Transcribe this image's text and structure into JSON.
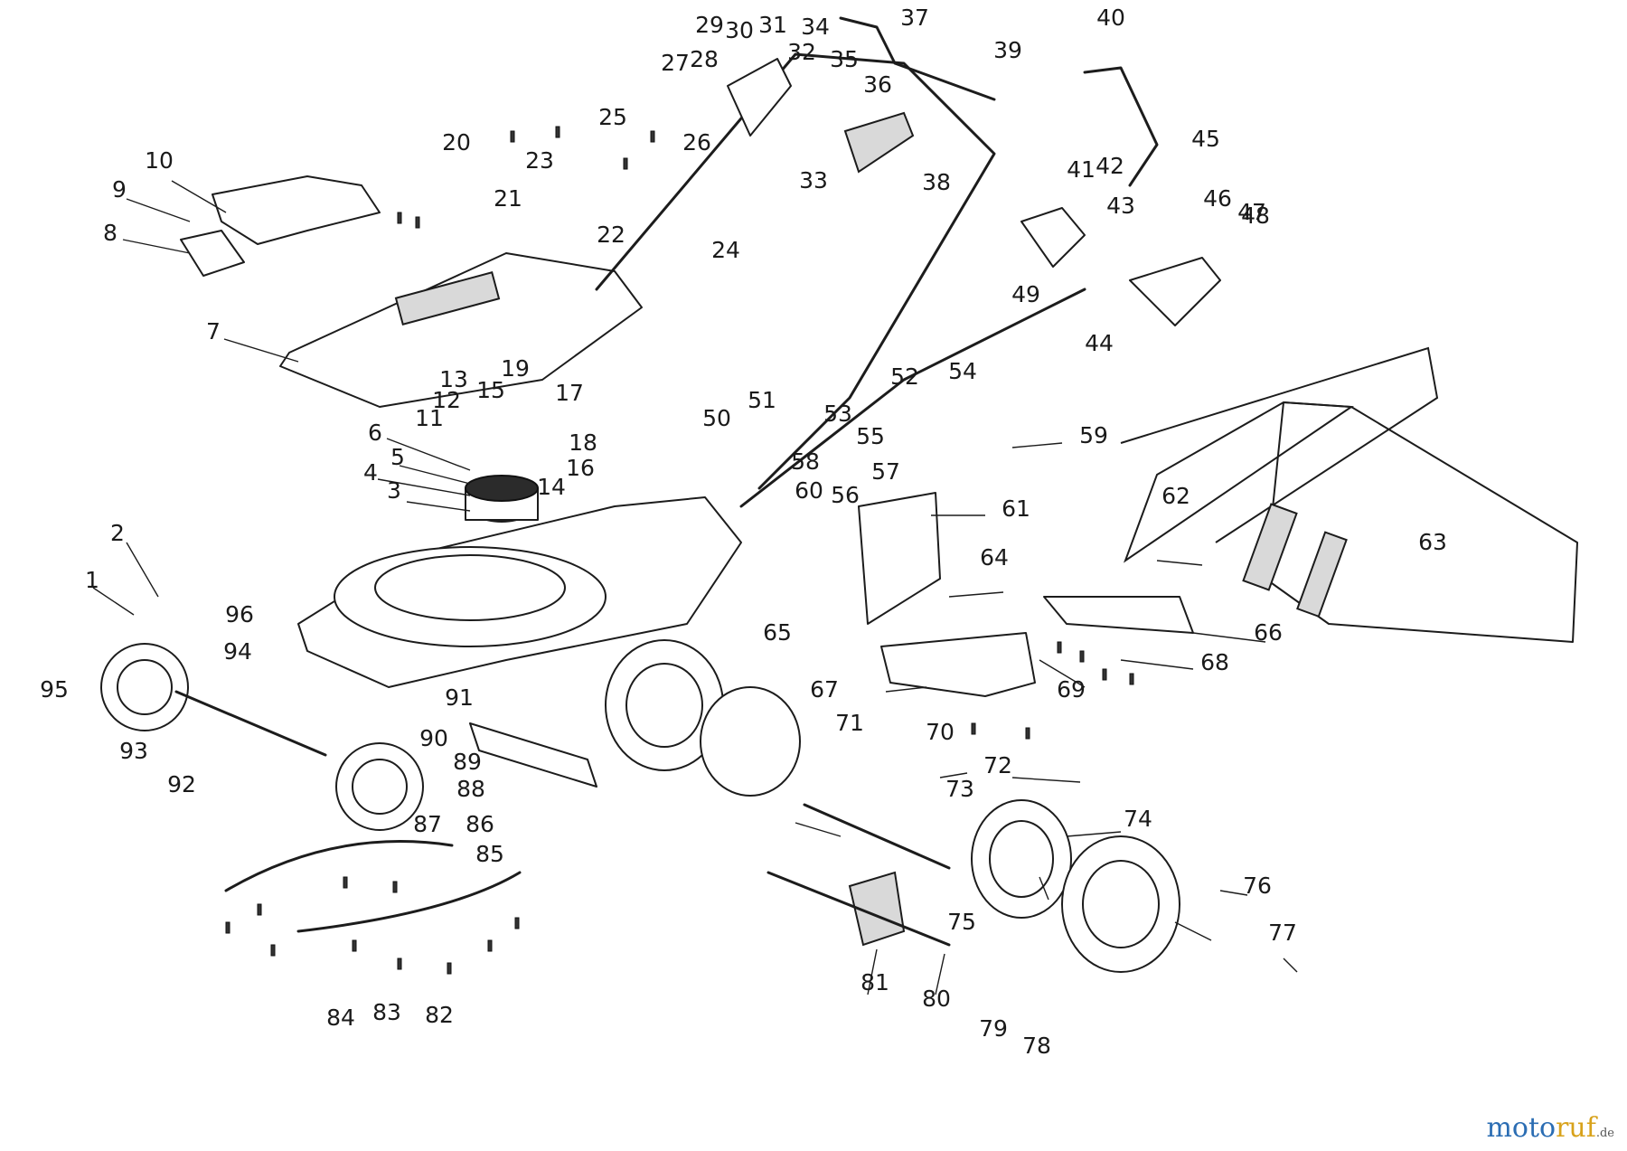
{
  "part_numbers": [
    "1",
    "2",
    "3",
    "4",
    "5",
    "6",
    "7",
    "8",
    "9",
    "10",
    "11",
    "12",
    "13",
    "14",
    "15",
    "16",
    "17",
    "18",
    "19",
    "20",
    "21",
    "22",
    "23",
    "24",
    "25",
    "26",
    "27",
    "28",
    "29",
    "30",
    "31",
    "32",
    "33",
    "34",
    "35",
    "36",
    "37",
    "38",
    "39",
    "40",
    "41",
    "42",
    "43",
    "44",
    "45",
    "46",
    "47",
    "48",
    "49",
    "50",
    "51",
    "52",
    "53",
    "54",
    "55",
    "56",
    "57",
    "58",
    "59",
    "60",
    "61",
    "62",
    "63",
    "64",
    "65",
    "66",
    "67",
    "68",
    "69",
    "70",
    "71",
    "72",
    "73",
    "74",
    "75",
    "76",
    "77",
    "78",
    "79",
    "80",
    "81",
    "82",
    "83",
    "84",
    "85",
    "86",
    "87",
    "88",
    "89",
    "90",
    "91",
    "92",
    "93",
    "94",
    "95",
    "96"
  ],
  "watermark": {
    "brand_a": "moto",
    "brand_b": "ruf",
    "suffix": ".de"
  }
}
